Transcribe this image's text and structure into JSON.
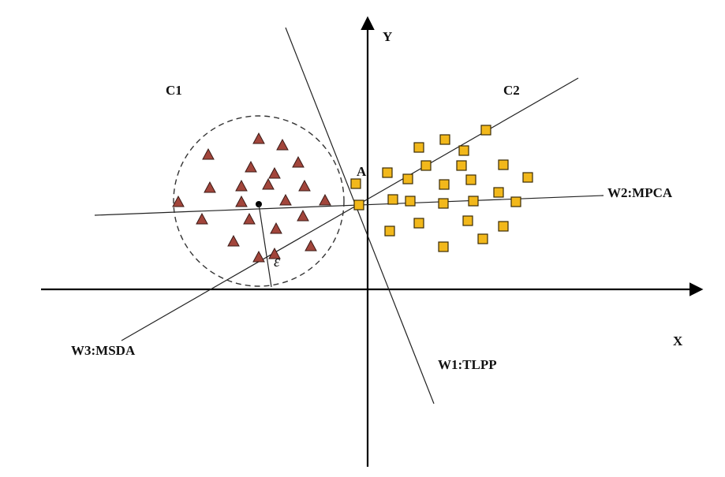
{
  "labels": {
    "y_axis": "Y",
    "x_axis": "X",
    "cluster1": "C1",
    "cluster2": "C2",
    "point_a": "A",
    "epsilon": "ε",
    "w1": "W1:TLPP",
    "w2": "W2:MPCA",
    "w3": "W3:MSDA"
  },
  "colors": {
    "triangle_fill": "#a2453b",
    "square_fill": "#f2b81b",
    "lines": "#222222"
  },
  "clusters": {
    "c1_marker": "triangle",
    "c1_count": 22,
    "c2_marker": "square",
    "c2_count": 26
  }
}
